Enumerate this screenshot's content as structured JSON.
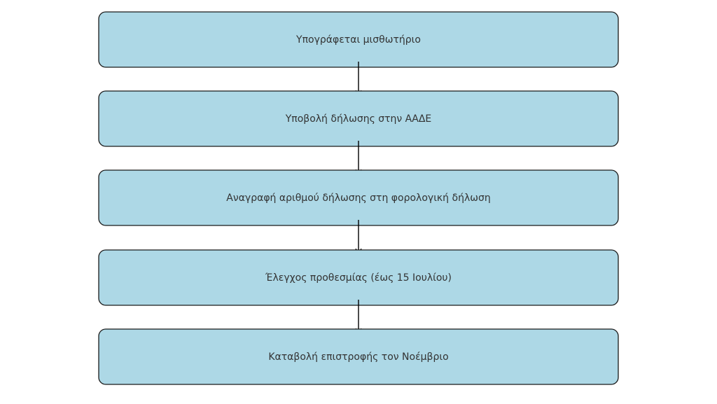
{
  "diagram": {
    "type": "flowchart",
    "direction": "top-to-bottom",
    "box_fill": "#add8e6",
    "box_border": "#1a1a1a",
    "text_color": "#333333",
    "arrow_color": "#000000",
    "steps": [
      {
        "id": "step-1",
        "label": "Υπογράφεται μισθωτήριο"
      },
      {
        "id": "step-2",
        "label": "Υποβολή δήλωσης στην ΑΑΔΕ"
      },
      {
        "id": "step-3",
        "label": "Αναγραφή αριθμού δήλωσης στη φορολογική δήλωση"
      },
      {
        "id": "step-4",
        "label": "Έλεγχος προθεσμίας (έως 15 Ιουλίου)"
      },
      {
        "id": "step-5",
        "label": "Καταβολή επιστροφής τον Νοέμβριο"
      }
    ],
    "edges": [
      {
        "from": "step-1",
        "to": "step-2"
      },
      {
        "from": "step-2",
        "to": "step-3"
      },
      {
        "from": "step-3",
        "to": "step-4"
      },
      {
        "from": "step-4",
        "to": "step-5"
      }
    ]
  }
}
